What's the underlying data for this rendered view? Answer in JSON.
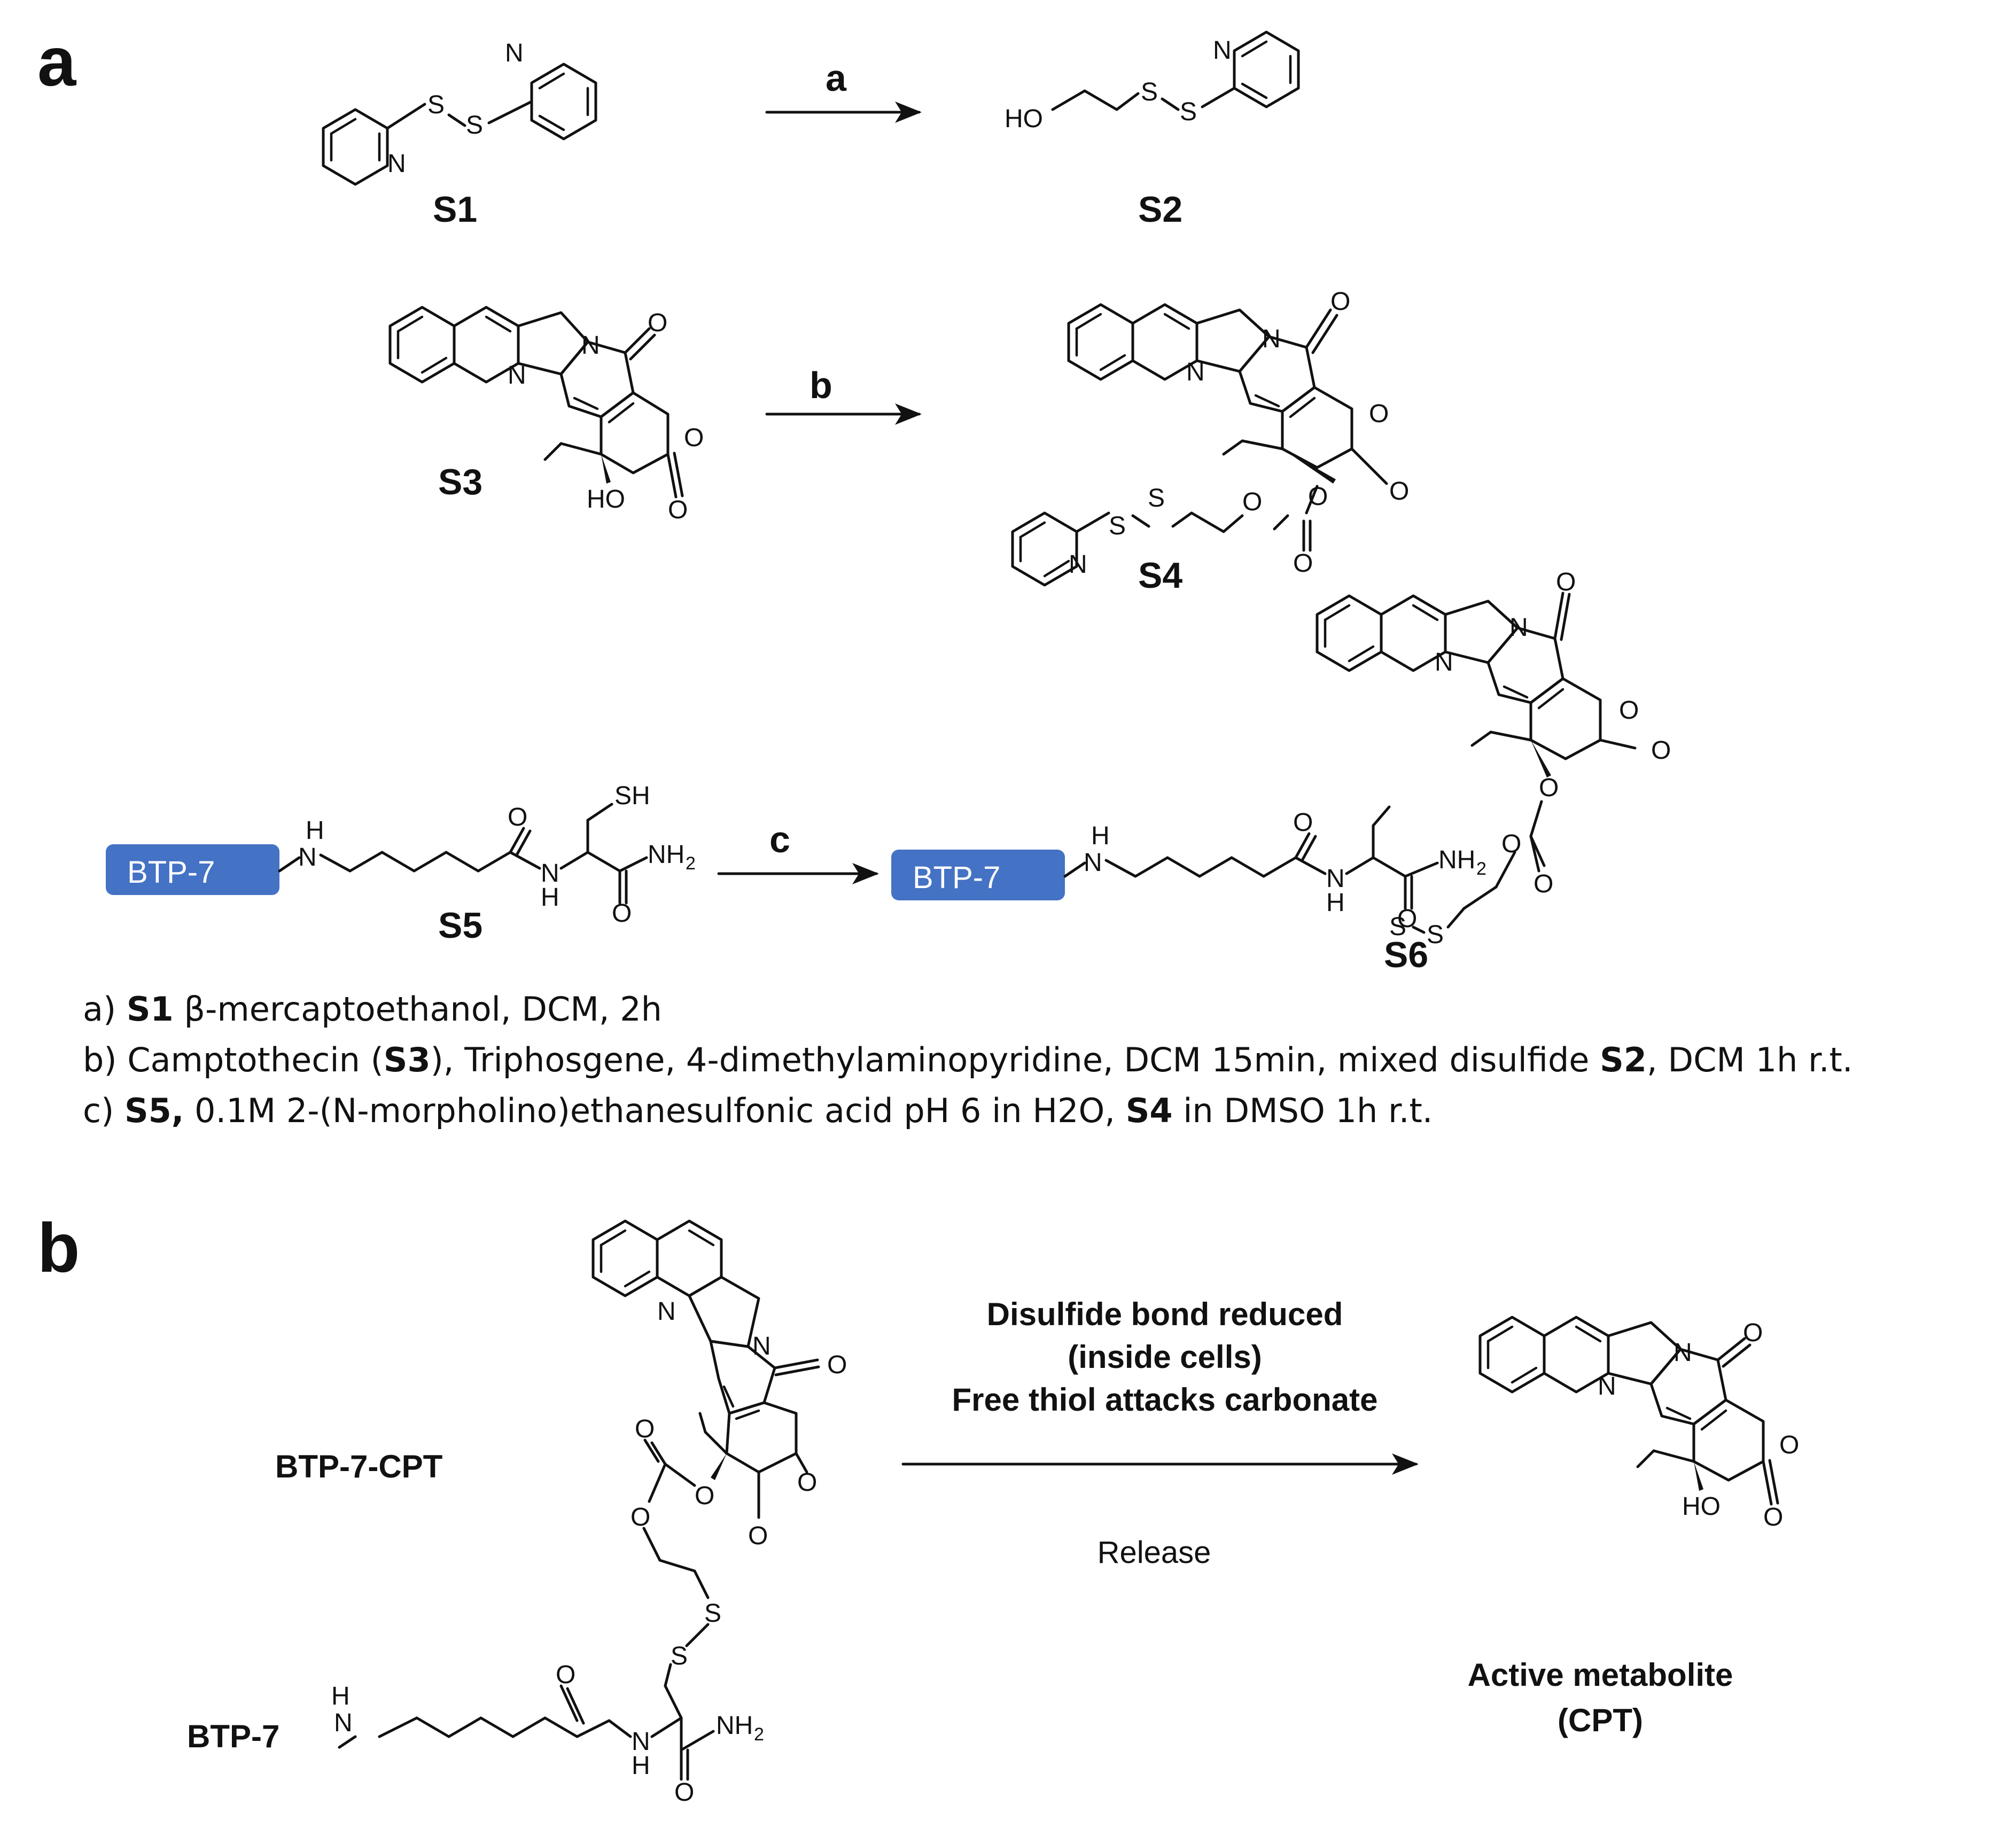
{
  "panels": {
    "a": "a",
    "b": "b"
  },
  "compounds": {
    "s1": "S1",
    "s2": "S2",
    "s3": "S3",
    "s4": "S4",
    "s5": "S5",
    "s6": "S6"
  },
  "atoms": {
    "N": "N",
    "S": "S",
    "O": "O",
    "HO": "HO",
    "H": "H",
    "SH": "SH",
    "NH": "NH",
    "sub2": "2"
  },
  "peptide": {
    "box_label": "BTP-7",
    "box_color": "#4472c4"
  },
  "arrows": {
    "a": "a",
    "b": "b",
    "c": "c"
  },
  "conditions": [
    {
      "prefix": "a) ",
      "parts": [
        {
          "t": "S1",
          "b": true
        },
        {
          "t": " β-mercaptoethanol, DCM, 2h",
          "b": false
        }
      ]
    },
    {
      "prefix": "b) ",
      "parts": [
        {
          "t": "Camptothecin (",
          "b": false
        },
        {
          "t": "S3",
          "b": true
        },
        {
          "t": "), Triphosgene, 4-dimethylaminopyridine, DCM 15min, mixed disulfide ",
          "b": false
        },
        {
          "t": "S2",
          "b": true
        },
        {
          "t": ", DCM 1h r.t.",
          "b": false
        }
      ]
    },
    {
      "prefix": "c) ",
      "parts": [
        {
          "t": "S5,",
          "b": true
        },
        {
          "t": " 0.1M 2-(N-morpholino)ethanesulfonic acid pH 6 in H2O, ",
          "b": false
        },
        {
          "t": "S4",
          "b": true
        },
        {
          "t": " in DMSO 1h r.t.",
          "b": false
        }
      ]
    }
  ],
  "panel_b": {
    "conjugate_label": "BTP-7-CPT",
    "peptide_label": "BTP-7",
    "arrow_top_1": "Disulfide bond reduced",
    "arrow_top_2": "(inside cells)",
    "arrow_top_3": "Free thiol attacks carbonate",
    "arrow_bottom": "Release",
    "product_1": "Active metabolite",
    "product_2": "(CPT)"
  }
}
